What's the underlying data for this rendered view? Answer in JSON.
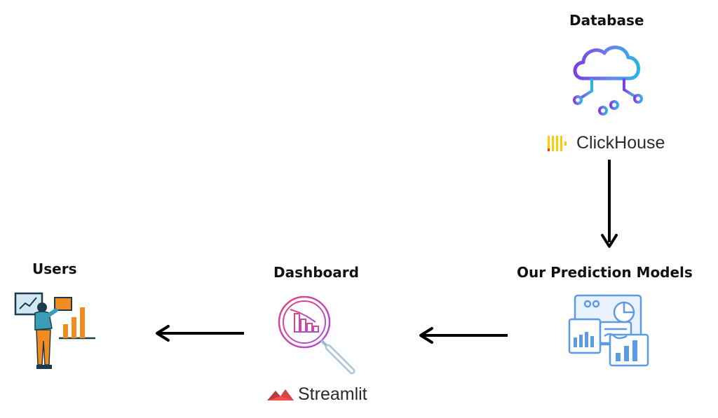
{
  "diagram": {
    "nodes": {
      "database": {
        "title": "Database",
        "brand": "ClickHouse",
        "icon": "cloud-network-icon"
      },
      "models": {
        "title": "Our Prediction Models",
        "icon": "analytics-dashboard-icon"
      },
      "dashboard": {
        "title": "Dashboard",
        "brand": "Streamlit",
        "icon": "magnifier-chart-icon"
      },
      "users": {
        "title": "Users",
        "icon": "person-at-laptop-icon"
      }
    },
    "edges": [
      {
        "from": "database",
        "to": "models"
      },
      {
        "from": "models",
        "to": "dashboard"
      },
      {
        "from": "dashboard",
        "to": "users"
      }
    ],
    "colors": {
      "clickhouse_yellow": "#FFCC01",
      "clickhouse_red": "#FF3300",
      "streamlit_red": "#FF4B4B",
      "models_blue": "#5B9BE6",
      "users_teal": "#3B9CB5",
      "users_orange": "#F28C1E"
    }
  }
}
